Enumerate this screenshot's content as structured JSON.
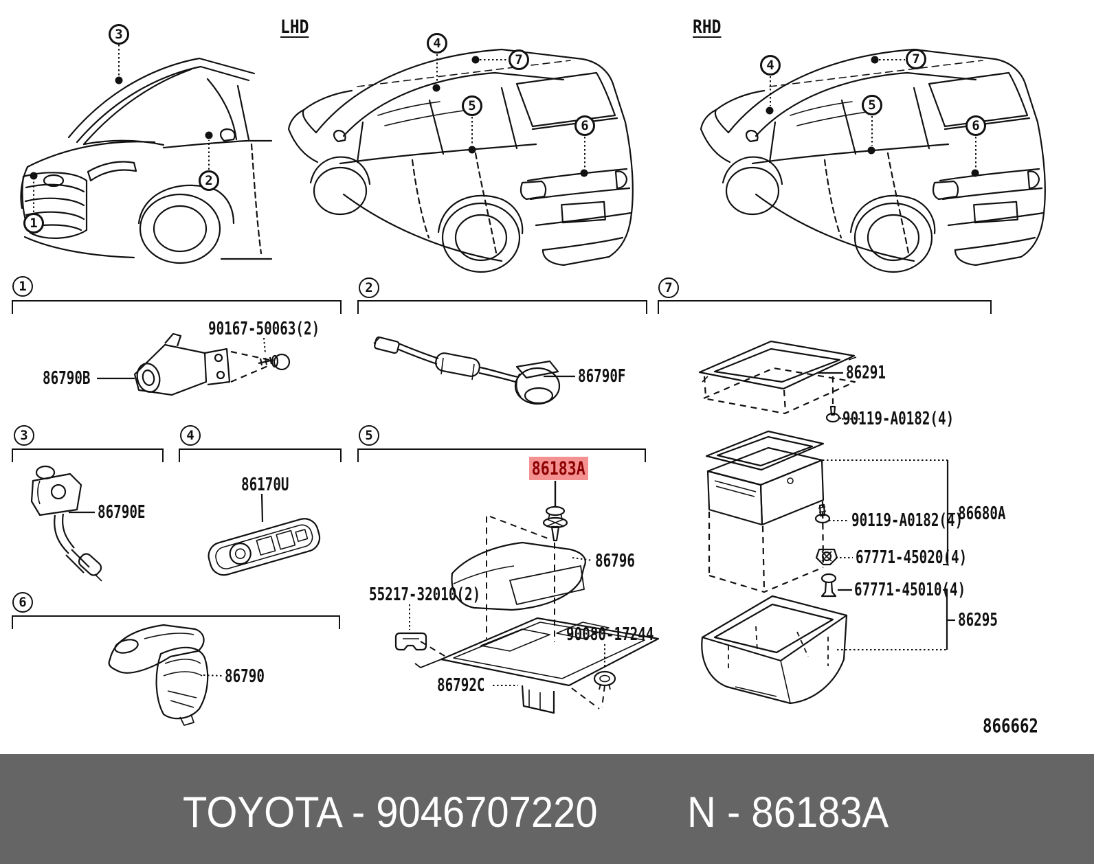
{
  "views": {
    "front": {
      "label": "",
      "callouts": [
        "3",
        "2",
        "1"
      ]
    },
    "lhd": {
      "label": "LHD",
      "callouts": [
        "4",
        "7",
        "5",
        "6"
      ]
    },
    "rhd": {
      "label": "RHD",
      "callouts": [
        "4",
        "7",
        "5",
        "6"
      ]
    }
  },
  "sections": [
    {
      "num": "1",
      "parts": [
        {
          "label": "86790B"
        },
        {
          "label": "90167-50063(2)"
        }
      ]
    },
    {
      "num": "2",
      "parts": [
        {
          "label": "86790F"
        }
      ]
    },
    {
      "num": "7",
      "parts": [
        {
          "label": "86291"
        },
        {
          "label": "90119-A0182(4)"
        },
        {
          "label": "86680A"
        },
        {
          "label": "90119-A0182(4)"
        },
        {
          "label": "67771-45020(4)"
        },
        {
          "label": "67771-45010(4)"
        },
        {
          "label": "86295"
        }
      ]
    },
    {
      "num": "3",
      "parts": [
        {
          "label": "86790E"
        }
      ]
    },
    {
      "num": "4",
      "parts": [
        {
          "label": "86170U"
        }
      ]
    },
    {
      "num": "5",
      "parts": [
        {
          "label": "86183A",
          "highlighted": true
        },
        {
          "label": "86796"
        },
        {
          "label": "55217-32010(2)"
        },
        {
          "label": "90080-17244"
        },
        {
          "label": "86792C"
        }
      ]
    },
    {
      "num": "6",
      "parts": [
        {
          "label": "86790"
        }
      ]
    }
  ],
  "highlight": {
    "part": "86183A",
    "text_color": "#8b0000",
    "bg_color": "#f59090"
  },
  "diagram_id": "866662",
  "footer": {
    "left": "TOYOTA - 9046707220",
    "right": "N - 86183A",
    "bg": "#656565",
    "fg": "#ffffff"
  }
}
